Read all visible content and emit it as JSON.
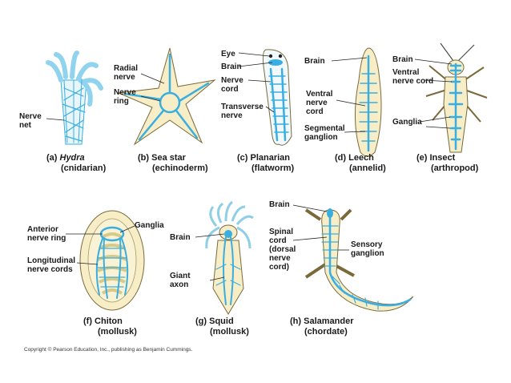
{
  "colors": {
    "nerve": "#3aaee0",
    "body": "#f7edc6",
    "outline": "#7a6a3a",
    "text": "#1a1a1a"
  },
  "panels": [
    {
      "letter": "(a)",
      "name": "Hydra",
      "group": "(cnidarian)",
      "labels": [
        "Nerve\nnet"
      ]
    },
    {
      "letter": "(b)",
      "name": "Sea star",
      "group": "(echinoderm)",
      "labels": [
        "Radial\nnerve",
        "Nerve\nring"
      ]
    },
    {
      "letter": "(c)",
      "name": "Planarian",
      "group": "(flatworm)",
      "labels": [
        "Eye",
        "Brain",
        "Nerve\ncord",
        "Transverse\nnerve"
      ]
    },
    {
      "letter": "(d)",
      "name": "Leech",
      "group": "(annelid)",
      "labels": [
        "Brain",
        "Ventral\nnerve\ncord",
        "Segmental\nganglion"
      ]
    },
    {
      "letter": "(e)",
      "name": "Insect",
      "group": "(arthropod)",
      "labels": [
        "Brain",
        "Ventral\nnerve cord",
        "Ganglia"
      ]
    },
    {
      "letter": "(f)",
      "name": "Chiton",
      "group": "(mollusk)",
      "labels": [
        "Anterior\nnerve ring",
        "Ganglia",
        "Longitudinal\nnerve cords"
      ]
    },
    {
      "letter": "(g)",
      "name": "Squid",
      "group": "(mollusk)",
      "labels": [
        "Brain",
        "Giant\naxon"
      ]
    },
    {
      "letter": "(h)",
      "name": "Salamander",
      "group": "(chordate)",
      "labels": [
        "Brain",
        "Spinal\ncord\n(dorsal\nnerve\ncord)",
        "Sensory\nganglion"
      ]
    }
  ],
  "copyright": "Copyright © Pearson Education, Inc., publishing as Benjamin Cummings."
}
